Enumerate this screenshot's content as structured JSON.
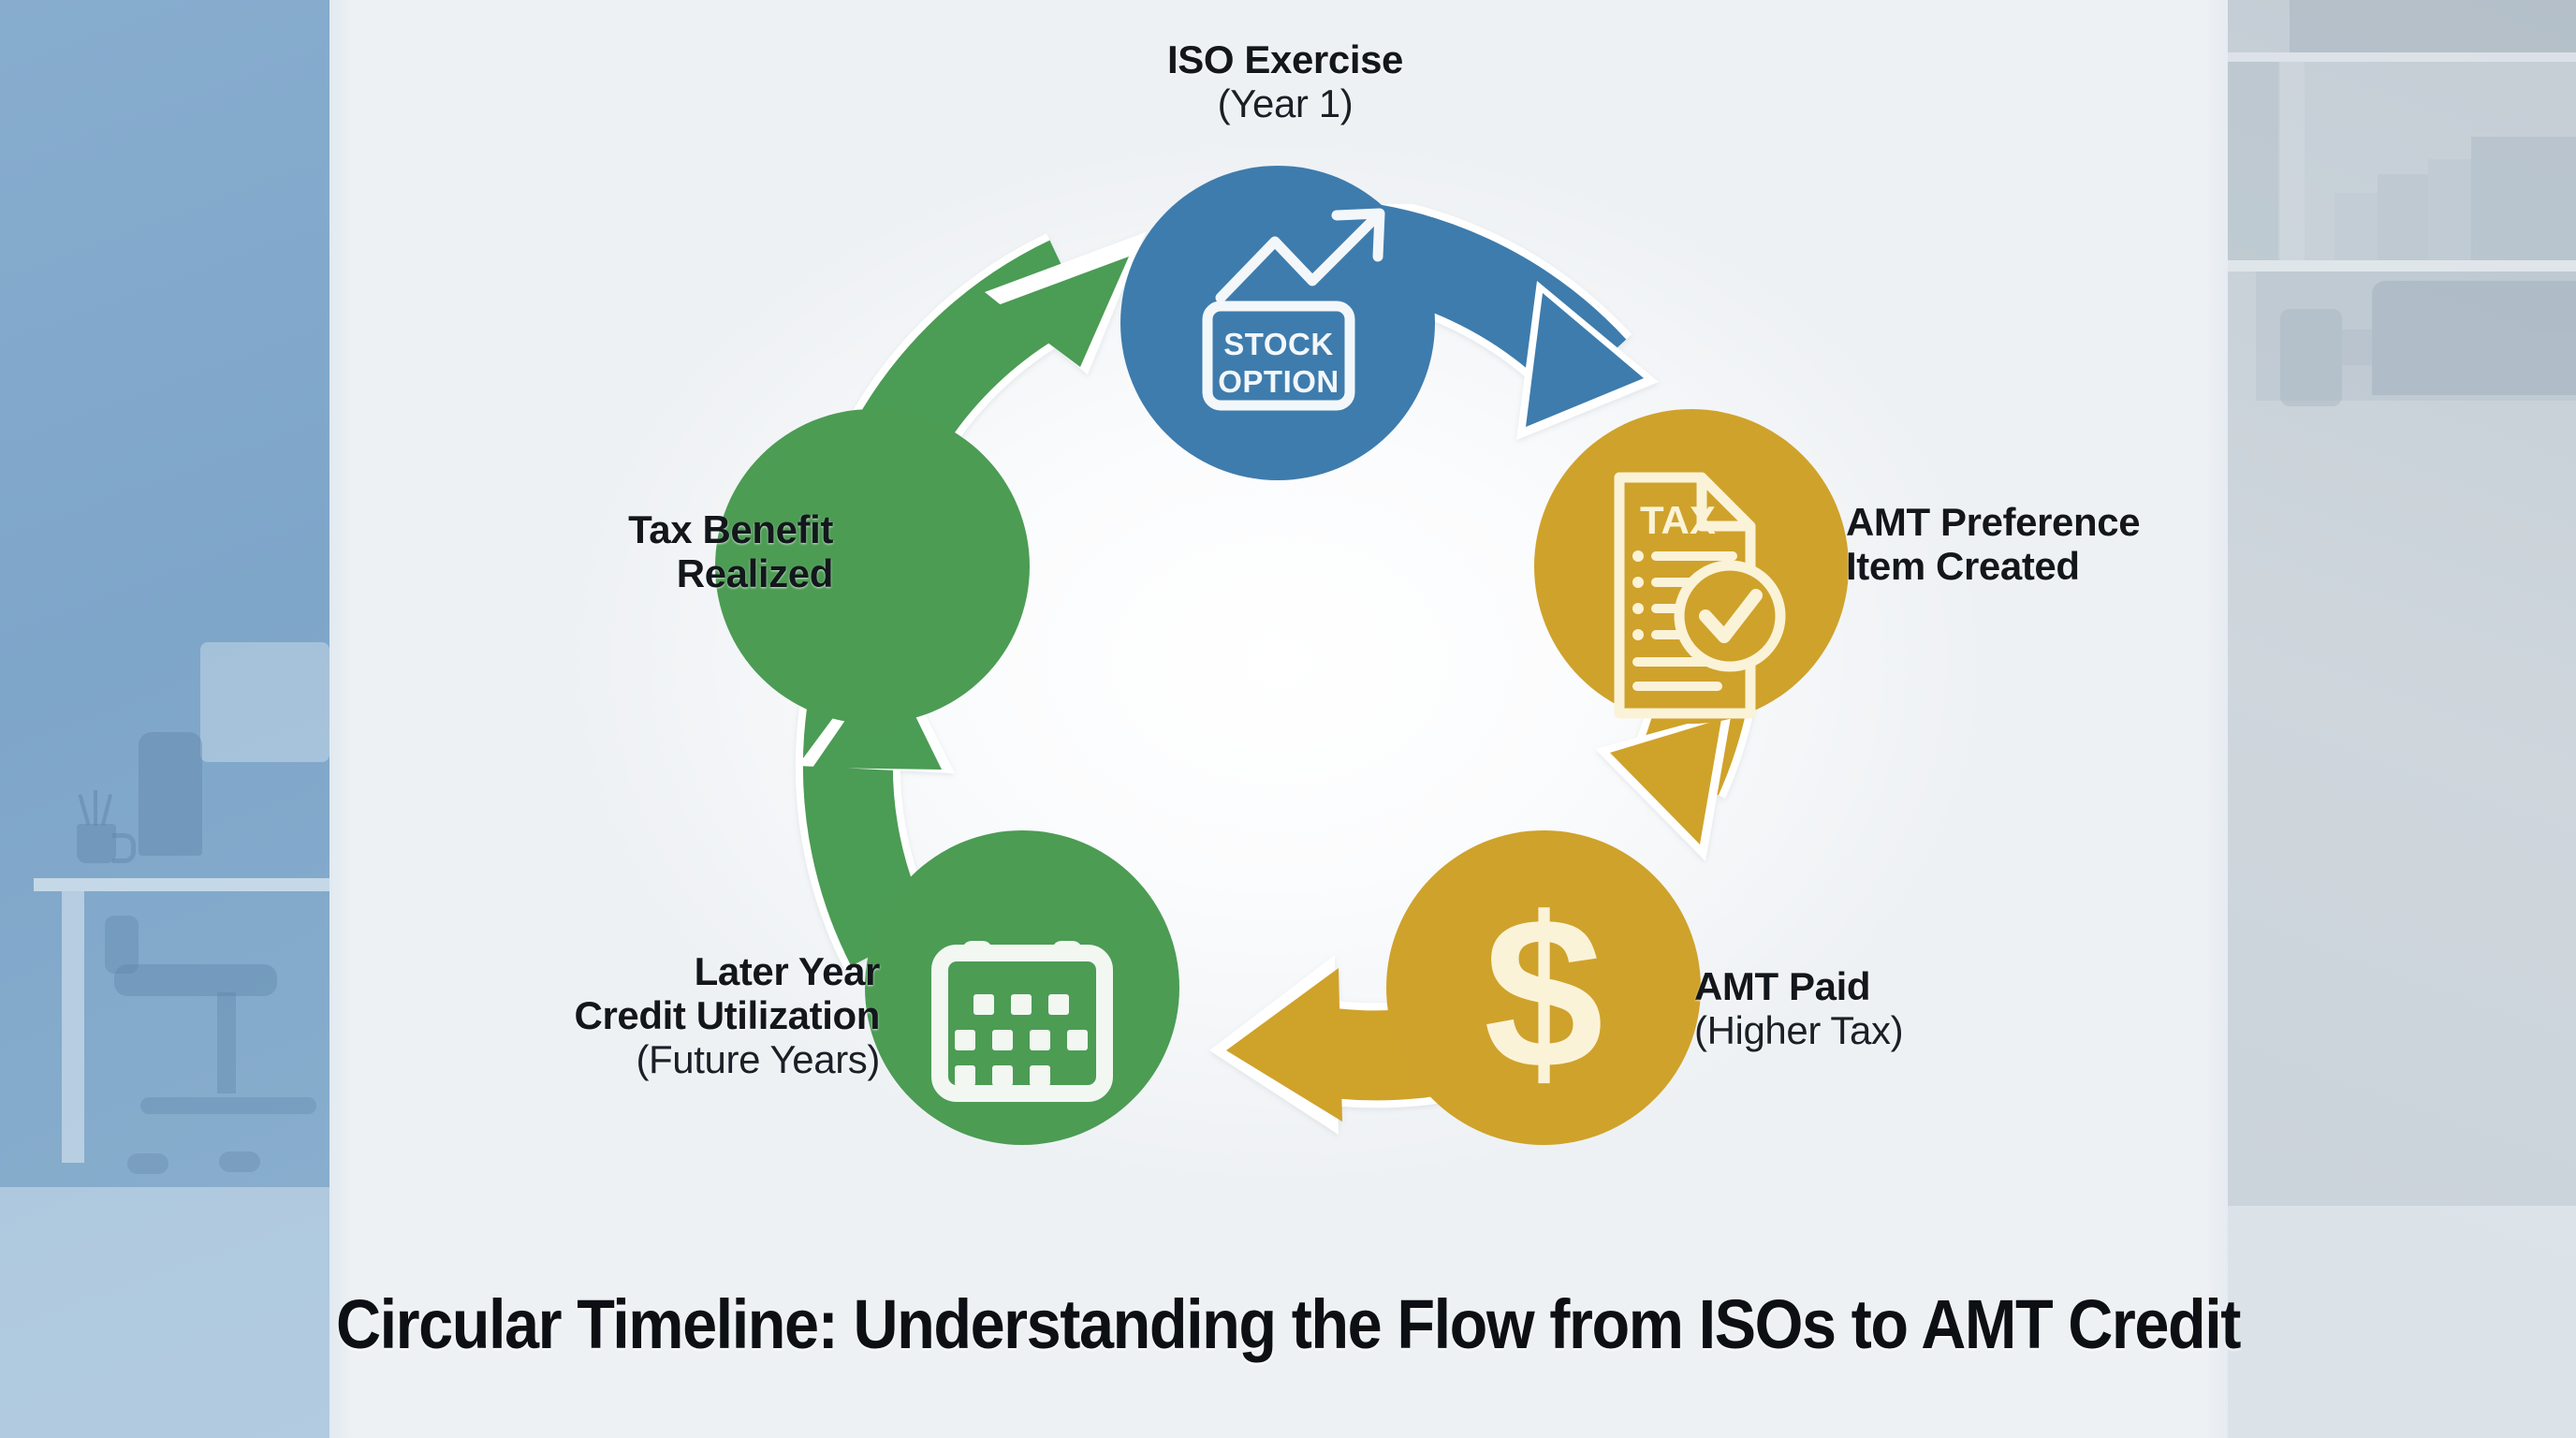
{
  "caption": "Circular Timeline: Understanding the Flow from ISOs to AMT Credit",
  "colors": {
    "blue": "#3E7CAD",
    "gold": "#CFA22B",
    "gold_light": "#DCAE31",
    "green": "#4C9C54",
    "green_dark": "#3F8B4A",
    "icon_cream": "#FBF3D8",
    "icon_white": "#FFFFFF",
    "text": "#13171C",
    "canvas": "#EEF1F4",
    "band_left": "#87ACCE",
    "band_right": "#C7D0D8"
  },
  "chart_data": {
    "type": "diagram",
    "subtype": "circular-cycle-flow",
    "title": "Circular Timeline: Understanding the Flow from ISOs to AMT Credit",
    "direction": "clockwise",
    "node_count": 5,
    "nodes": [
      {
        "id": "iso-exercise",
        "order": 1,
        "title": "ISO Exercise",
        "subtitle": "(Year 1)",
        "color": "#3E7CAD",
        "color_name": "blue",
        "icon": "stock-option-chart-icon",
        "icon_text": "STOCK OPTION",
        "angle_deg": 0,
        "label_position": "top"
      },
      {
        "id": "amt-preference-item",
        "order": 2,
        "title": "AMT Preference",
        "title_line2": "Item Created",
        "subtitle": "",
        "color": "#CFA22B",
        "color_name": "gold",
        "icon": "tax-document-check-icon",
        "icon_text": "TAX",
        "angle_deg": 72,
        "label_position": "right"
      },
      {
        "id": "amt-paid",
        "order": 3,
        "title": "AMT Paid",
        "subtitle": "(Higher Tax)",
        "color": "#CFA22B",
        "color_name": "gold",
        "icon": "dollar-sign-icon",
        "icon_text": "$",
        "angle_deg": 144,
        "label_position": "right"
      },
      {
        "id": "later-year-credit-utilization",
        "order": 4,
        "title": "Later Year",
        "title_line2": "Credit Utilization",
        "subtitle": "(Future Years)",
        "color": "#4C9C54",
        "color_name": "green",
        "icon": "calendar-icon",
        "icon_text": "",
        "angle_deg": 216,
        "label_position": "left"
      },
      {
        "id": "tax-benefit-realized",
        "order": 5,
        "title": "Tax Benefit",
        "title_line2": "Realized",
        "subtitle": "",
        "color": "#4C9C54",
        "color_name": "green",
        "icon": "none",
        "icon_text": "",
        "angle_deg": 288,
        "label_position": "left"
      }
    ],
    "edges": [
      {
        "from": "iso-exercise",
        "to": "amt-preference-item",
        "color": "#3E7CAD"
      },
      {
        "from": "amt-preference-item",
        "to": "amt-paid",
        "color": "#CFA22B"
      },
      {
        "from": "amt-paid",
        "to": "later-year-credit-utilization",
        "color": "#CFA22B"
      },
      {
        "from": "later-year-credit-utilization",
        "to": "tax-benefit-realized",
        "color": "#4C9C54"
      },
      {
        "from": "tax-benefit-realized",
        "to": "iso-exercise",
        "color": "#4C9C54"
      }
    ]
  },
  "nodes": {
    "iso": {
      "title": "ISO Exercise",
      "subtitle": "(Year 1)",
      "icon_line1": "STOCK",
      "icon_line2": "OPTION"
    },
    "amt_pref": {
      "title": "AMT Preference",
      "title2": "Item Created",
      "icon_text": "TAX"
    },
    "amt_paid": {
      "title": "AMT Paid",
      "subtitle": "(Higher Tax)",
      "icon_text": "$"
    },
    "later_year": {
      "title": "Later Year",
      "title2": "Credit Utilization",
      "subtitle": "(Future Years)"
    },
    "tax_benefit": {
      "title": "Tax Benefit",
      "title2": "Realized"
    }
  }
}
